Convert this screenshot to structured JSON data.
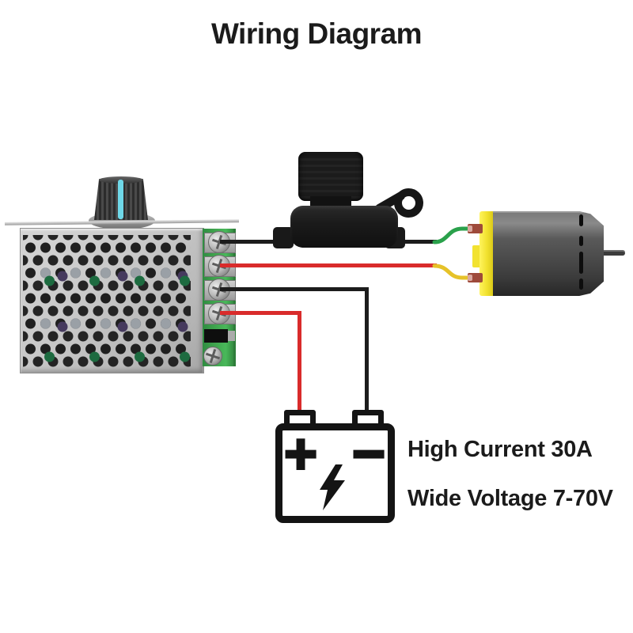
{
  "title": "Wiring Diagram",
  "specs": {
    "high_current": "High Current 30A",
    "wide_voltage": "Wide Voltage 7-70V"
  },
  "battery": {
    "positive_label": "+",
    "negative_label": "−"
  },
  "icons": {
    "lightning_bolt": "lightning-bolt-icon",
    "knob_indicator": "knob-indicator-line"
  },
  "colors": {
    "text_color": "#1b1b1b",
    "wire_black": "#1c1c1c",
    "wire_red": "#d92b2b",
    "wire_green": "#2aa14b",
    "wire_yellow": "#e6c229",
    "pcb_green": "#3fa34d",
    "motor_yellow": "#f2e230",
    "knob_indicator": "#6fd8e8",
    "case_silver": "#c9c9c9",
    "fuse_black": "#1b1b1b",
    "motor_gray": "#4b4b4b",
    "battery_outline": "#141414"
  }
}
